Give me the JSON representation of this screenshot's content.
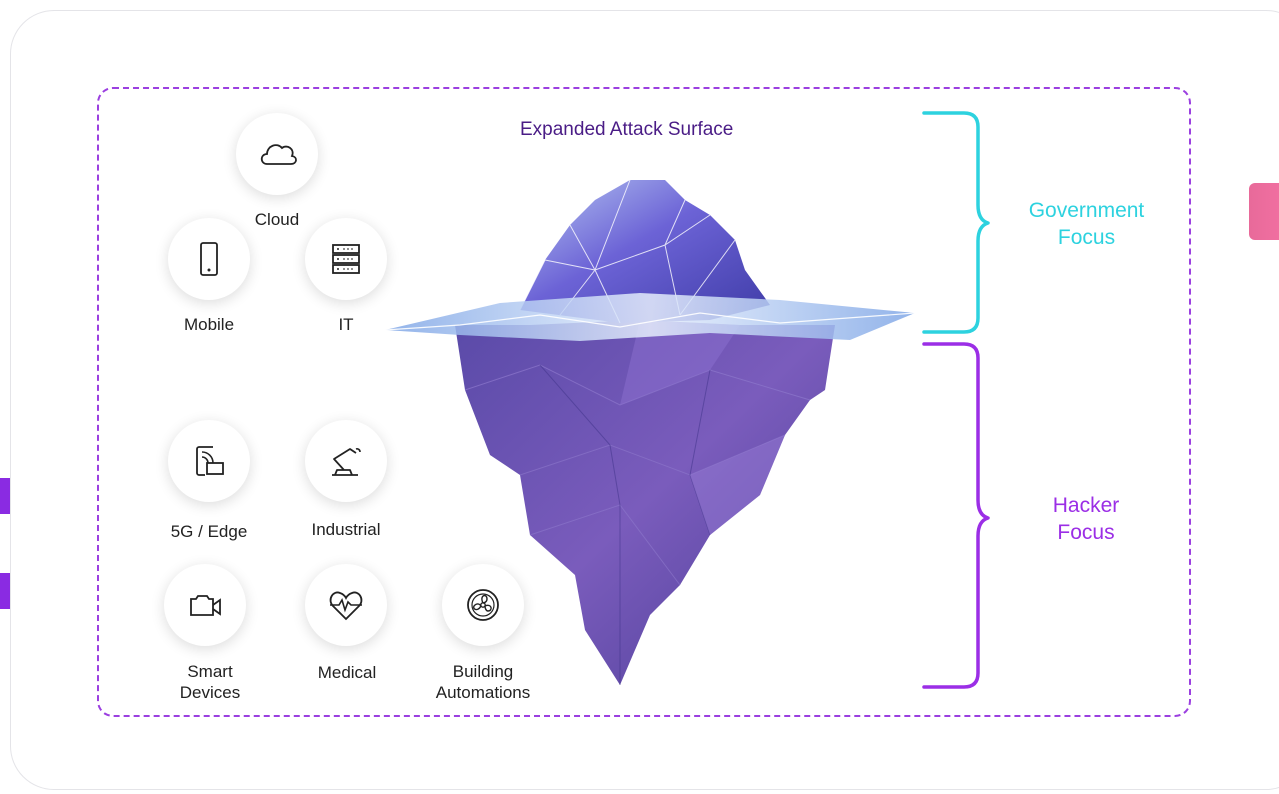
{
  "title": "Expanded Attack Surface",
  "icons": [
    {
      "id": "cloud",
      "label": "Cloud",
      "icon": "cloud-icon"
    },
    {
      "id": "mobile",
      "label": "Mobile",
      "icon": "mobile-icon"
    },
    {
      "id": "it",
      "label": "IT",
      "icon": "server-icon"
    },
    {
      "id": "edge",
      "label": "5G / Edge",
      "icon": "wireless-device-icon"
    },
    {
      "id": "industrial",
      "label": "Industrial",
      "icon": "robot-arm-icon"
    },
    {
      "id": "smart",
      "label_line1": "Smart",
      "label_line2": "Devices",
      "icon": "camera-icon"
    },
    {
      "id": "medical",
      "label": "Medical",
      "icon": "heart-pulse-icon"
    },
    {
      "id": "building",
      "label_line1": "Building",
      "label_line2": "Automations",
      "icon": "fan-icon"
    }
  ],
  "focus": {
    "government": {
      "line1": "Government",
      "line2": "Focus",
      "color": "#2dd2df"
    },
    "hacker": {
      "line1": "Hacker",
      "line2": "Focus",
      "color": "#9b2ee6"
    }
  },
  "colors": {
    "border": "#9b3fe0",
    "title": "#4a1c86",
    "iceberg": "#6a4bb0"
  }
}
